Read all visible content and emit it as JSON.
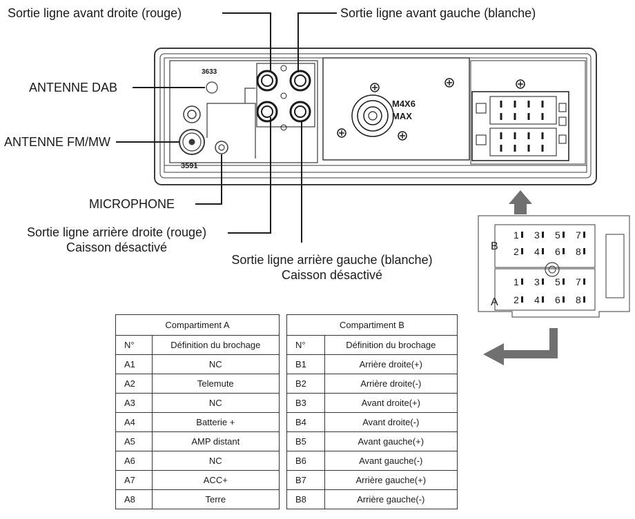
{
  "labels": {
    "front_right": "Sortie ligne avant droite (rouge)",
    "front_left": "Sortie ligne avant gauche (blanche)",
    "antenna_dab": "ANTENNE DAB",
    "antenna_fm": "ANTENNE FM/MW",
    "microphone": "MICROPHONE",
    "rear_right": "Sortie ligne arrière droite (rouge)",
    "rear_right_note": "Caisson désactivé",
    "rear_left": "Sortie ligne arrière gauche (blanche)",
    "rear_left_note": "Caisson désactivé"
  },
  "unit_markings": {
    "code_top": "3633",
    "code_bottom": "3591",
    "screw_text_1": "M4X6",
    "screw_text_2": "MAX"
  },
  "connector": {
    "row_b_label": "B",
    "row_a_label": "A",
    "top_pins": [
      "1",
      "3",
      "5",
      "7"
    ],
    "bottom_pins": [
      "2",
      "4",
      "6",
      "8"
    ]
  },
  "table_a": {
    "title": "Compartiment A",
    "col_num": "N°",
    "col_def": "Définition du brochage",
    "rows": [
      {
        "num": "A1",
        "def": "NC"
      },
      {
        "num": "A2",
        "def": "Telemute"
      },
      {
        "num": "A3",
        "def": "NC"
      },
      {
        "num": "A4",
        "def": "Batterie +"
      },
      {
        "num": "A5",
        "def": "AMP distant"
      },
      {
        "num": "A6",
        "def": "NC"
      },
      {
        "num": "A7",
        "def": "ACC+"
      },
      {
        "num": "A8",
        "def": "Terre"
      }
    ]
  },
  "table_b": {
    "title": "Compartiment B",
    "col_num": "N°",
    "col_def": "Définition du brochage",
    "rows": [
      {
        "num": "B1",
        "def": "Arrière droite(+)"
      },
      {
        "num": "B2",
        "def": "Arrière droite(-)"
      },
      {
        "num": "B3",
        "def": "Avant droite(+)"
      },
      {
        "num": "B4",
        "def": "Avant droite(-)"
      },
      {
        "num": "B5",
        "def": "Avant gauche(+)"
      },
      {
        "num": "B6",
        "def": "Avant gauche(-)"
      },
      {
        "num": "B7",
        "def": "Arrière gauche(+)"
      },
      {
        "num": "B8",
        "def": "Arrière gauche(-)"
      }
    ]
  },
  "colors": {
    "line": "#1a1a1a",
    "arrow": "#707070",
    "unit_outline": "#3a3a3a"
  }
}
